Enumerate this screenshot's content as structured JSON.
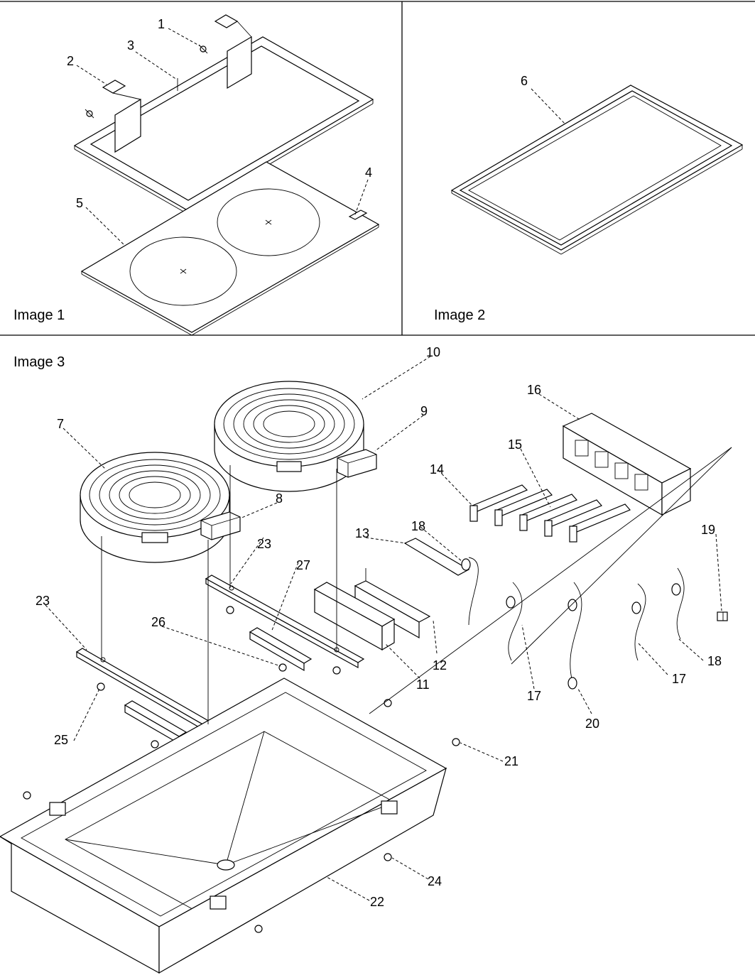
{
  "panels": {
    "image1": "Image 1",
    "image2": "Image 2",
    "image3": "Image 3"
  },
  "callouts": {
    "c1": "1",
    "c2": "2",
    "c3": "3",
    "c4": "4",
    "c5": "5",
    "c6": "6",
    "c7": "7",
    "c8": "8",
    "c9": "9",
    "c10": "10",
    "c11": "11",
    "c12": "12",
    "c13": "13",
    "c14": "14",
    "c15": "15",
    "c16": "16",
    "c17a": "17",
    "c17b": "17",
    "c18a": "18",
    "c18b": "18",
    "c19": "19",
    "c20": "20",
    "c21": "21",
    "c22": "22",
    "c23a": "23",
    "c23b": "23",
    "c24": "24",
    "c25": "25",
    "c26": "26",
    "c27": "27"
  }
}
